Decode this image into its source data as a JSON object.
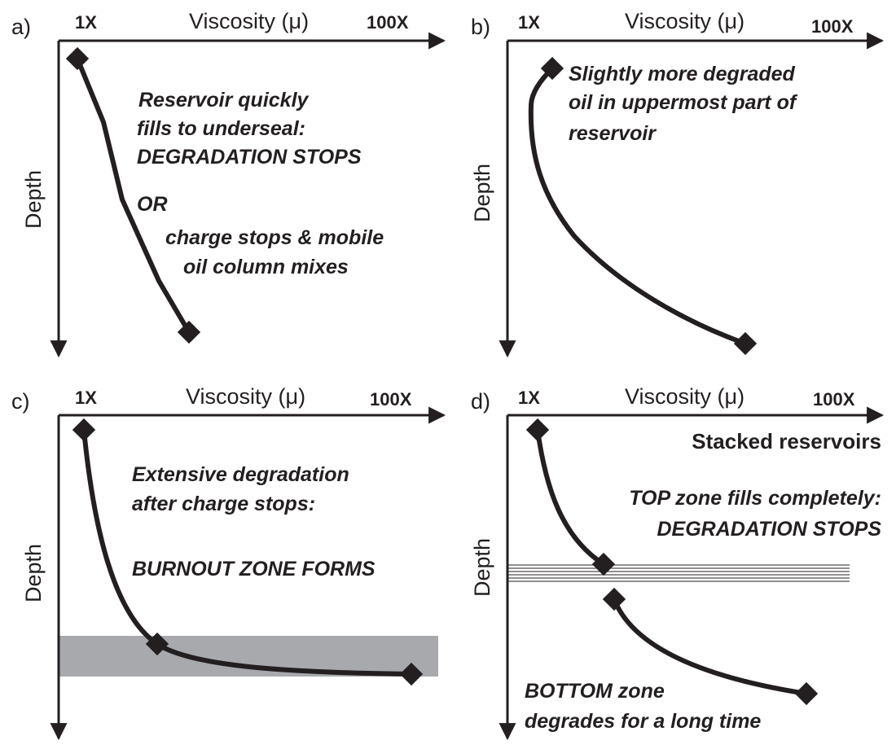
{
  "axis_titles": {
    "x": "Viscosity (μ)",
    "y": "Depth"
  },
  "tick_labels": {
    "low": "1X",
    "high": "100X"
  },
  "panels": [
    {
      "letter": "a)",
      "annotation_lines": [
        "Reservoir quickly",
        "fills to underseal:",
        "DEGRADATION STOPS",
        "OR",
        "charge stops & mobile",
        "oil column mixes"
      ]
    },
    {
      "letter": "b)",
      "annotation_lines": [
        "Slightly more degraded",
        "oil in uppermost part of",
        "reservoir"
      ]
    },
    {
      "letter": "c)",
      "annotation_lines": [
        "Extensive degradation",
        "after charge stops:",
        "BURNOUT ZONE FORMS"
      ],
      "band_color": "#a7a9ac"
    },
    {
      "letter": "d)",
      "heading": "Stacked reservoirs",
      "annotation_lines": [
        "TOP zone fills completely:",
        "DEGRADATION STOPS"
      ],
      "bottom_annotation_lines": [
        "BOTTOM zone",
        "degrades for a long time"
      ]
    }
  ],
  "colors": {
    "ink": "#231f20",
    "band": "#a7a9ac"
  }
}
